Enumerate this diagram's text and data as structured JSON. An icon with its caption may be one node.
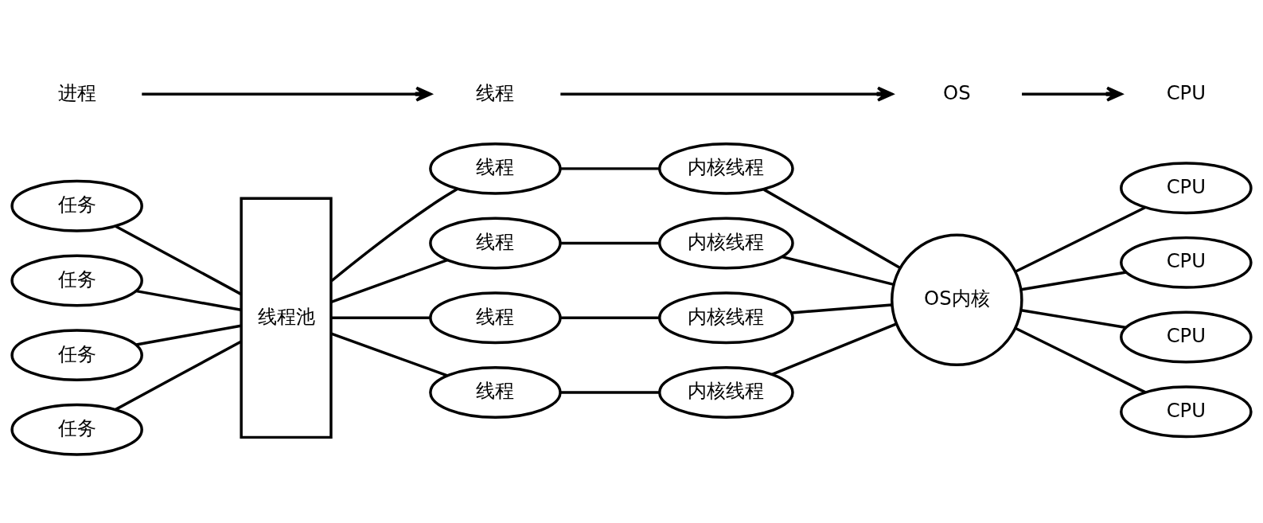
{
  "diagram": {
    "nodes": [
      {
        "text": [
          "任务"
        ]
      },
      {
        "text": [
          "任务"
        ]
      },
      {
        "text": [
          "任务"
        ]
      },
      {
        "text": [
          "任务"
        ]
      },
      {
        "text": [
          "线程池"
        ]
      },
      {
        "text": [
          "线程"
        ]
      },
      {
        "text": [
          "线程"
        ]
      },
      {
        "text": [
          "线程"
        ]
      },
      {
        "text": [
          "线程"
        ]
      },
      {
        "text": [
          "内核线程"
        ]
      },
      {
        "text": [
          "内核线程"
        ]
      },
      {
        "text": [
          "内核线程"
        ]
      },
      {
        "text": [
          "内核线程"
        ]
      },
      {
        "text": [
          "OS内核"
        ]
      },
      {
        "text": [
          "CPU"
        ]
      },
      {
        "text": [
          "CPU"
        ]
      },
      {
        "text": [
          "CPU"
        ]
      },
      {
        "text": [
          "CPU"
        ]
      },
      {
        "text": [
          "进程"
        ]
      },
      {
        "text": [
          "线程"
        ]
      },
      {
        "text": [
          "OS"
        ]
      },
      {
        "text": [
          "CPU"
        ]
      }
    ],
    "edges": [
      {
        "from": 0,
        "to": 4,
        "arrow": "none"
      },
      {
        "from": 1,
        "to": 4,
        "arrow": "none"
      },
      {
        "from": 2,
        "to": 4,
        "arrow": "none"
      },
      {
        "from": 3,
        "to": 4,
        "arrow": "none"
      },
      {
        "from": 4,
        "to": 5,
        "arrow": "none"
      },
      {
        "from": 4,
        "to": 6,
        "arrow": "none"
      },
      {
        "from": 4,
        "to": 7,
        "arrow": "none"
      },
      {
        "from": 4,
        "to": 8,
        "arrow": "none"
      },
      {
        "from": 5,
        "to": 9,
        "arrow": "none"
      },
      {
        "from": 6,
        "to": 10,
        "arrow": "none"
      },
      {
        "from": 7,
        "to": 11,
        "arrow": "none"
      },
      {
        "from": 8,
        "to": 12,
        "arrow": "none"
      },
      {
        "from": 9,
        "to": 13,
        "arrow": "none"
      },
      {
        "from": 10,
        "to": 13,
        "arrow": "none"
      },
      {
        "from": 11,
        "to": 13,
        "arrow": "none"
      },
      {
        "from": 12,
        "to": 13,
        "arrow": "none"
      },
      {
        "from": 13,
        "to": 14,
        "arrow": "none"
      },
      {
        "from": 13,
        "to": 15,
        "arrow": "none"
      },
      {
        "from": 13,
        "to": 16,
        "arrow": "none"
      },
      {
        "from": 13,
        "to": 17,
        "arrow": "none"
      },
      {
        "from": 18,
        "to": 19,
        "arrow": "to"
      },
      {
        "from": 19,
        "to": 20,
        "arrow": "to"
      },
      {
        "from": 20,
        "to": 21,
        "arrow": "to"
      }
    ]
  }
}
